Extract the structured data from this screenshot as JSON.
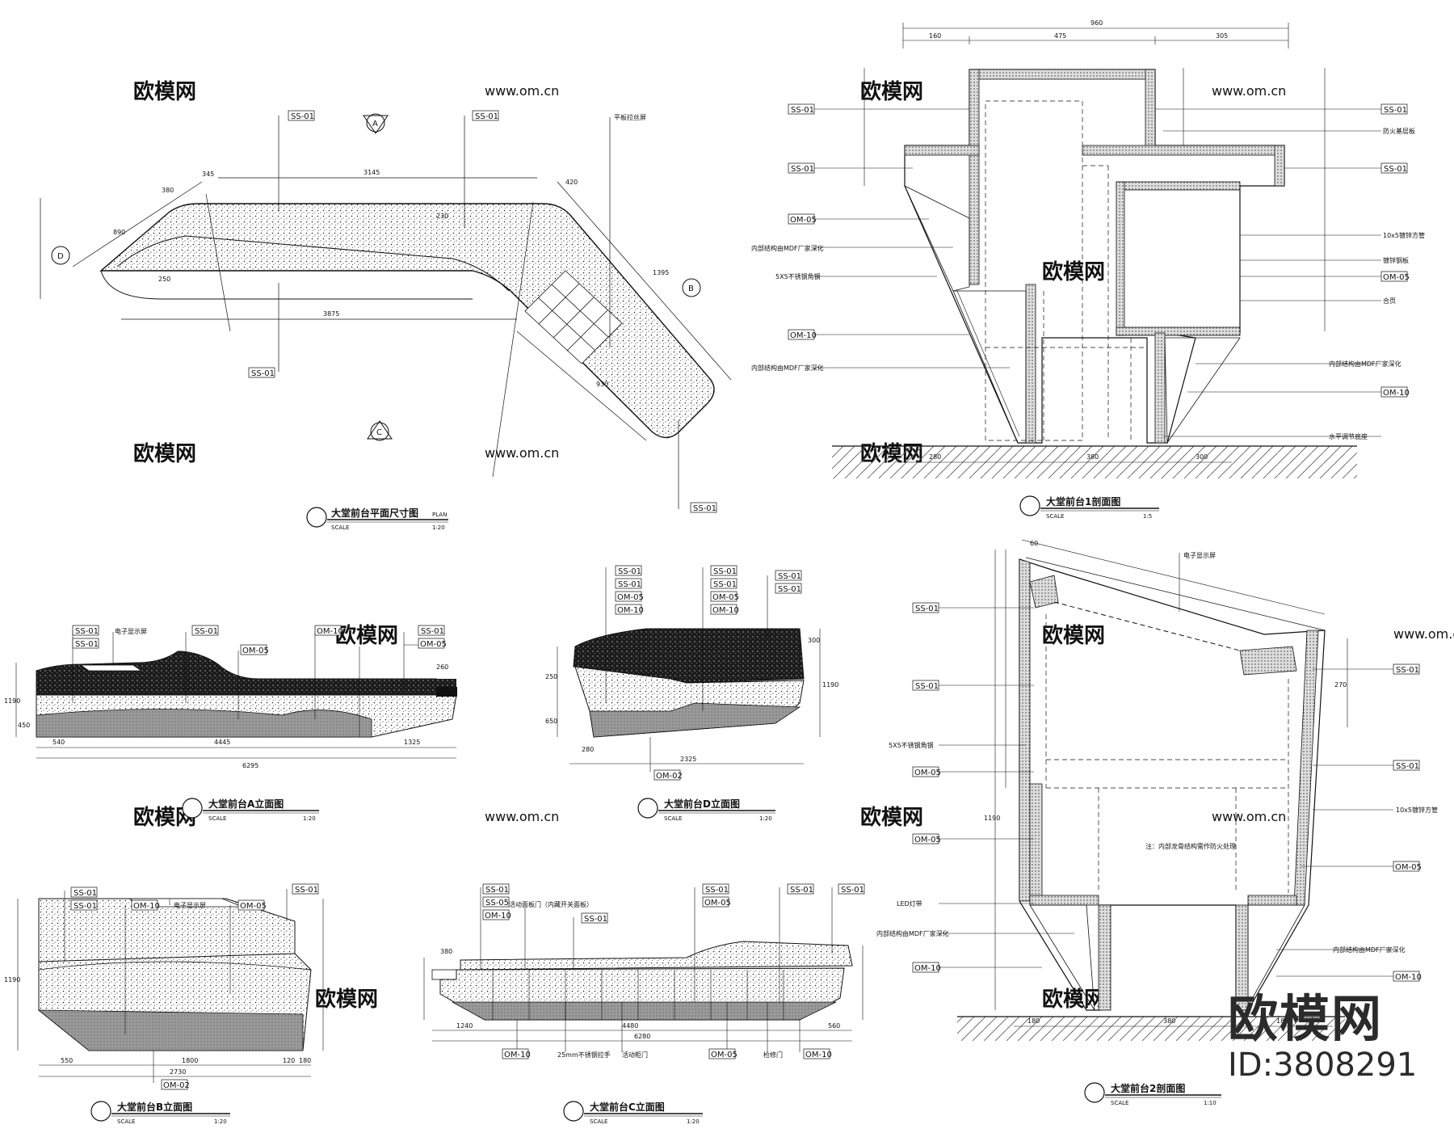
{
  "watermark": {
    "logo": "欧模网",
    "url": "www.om.cn"
  },
  "brand": {
    "logo": "欧模网",
    "id_text": "ID:3808291"
  },
  "views": {
    "plan": {
      "title": "大堂前台平面尺寸图",
      "scale_label": "SCALE",
      "scale": "1:20",
      "type": "PLAN",
      "tags": [
        "SS-01",
        "SS-01",
        "SS-01",
        "SS-01"
      ],
      "dims": [
        "3145",
        "3875",
        "1395",
        "930",
        "890",
        "345",
        "380",
        "420",
        "230",
        "250"
      ],
      "notes": [
        "平板拉丝屏"
      ],
      "section_marks": [
        "A",
        "B",
        "C",
        "D"
      ]
    },
    "section1": {
      "title": "大堂前台1剖面图",
      "scale_label": "SCALE",
      "scale": "1:5",
      "dims_top": [
        "960",
        "160",
        "475",
        "305"
      ],
      "dims_bottom": [
        "280",
        "380",
        "300"
      ],
      "tags_left": [
        "SS-01",
        "SS-01",
        "OM-05",
        "OM-10"
      ],
      "tags_right": [
        "SS-01",
        "SS-01",
        "OM-05",
        "OM-10"
      ],
      "notes_left": [
        "内部结构由MDF厂家深化",
        "5X5不锈钢角钢",
        "内部结构由MDF厂家深化"
      ],
      "notes_right": [
        "防火基层板",
        "10x5镀锌方管",
        "镀锌钢板",
        "合页",
        "内部结构由MDF厂家深化",
        "水平调节底座"
      ]
    },
    "elevA": {
      "title": "大堂前台A立面图",
      "scale_label": "SCALE",
      "scale": "1:20",
      "tags": [
        "SS-01",
        "SS-01",
        "SS-01",
        "OM-05",
        "OM-10",
        "SS-01",
        "OM-05"
      ],
      "notes": [
        "电子显示屏"
      ],
      "dims": [
        "540",
        "4445",
        "1325",
        "6295",
        "1190",
        "260",
        "450"
      ]
    },
    "elevD": {
      "title": "大堂前台D立面图",
      "scale_label": "SCALE",
      "scale": "1:20",
      "tags": [
        "SS-01",
        "SS-01",
        "OM-05",
        "OM-10",
        "SS-01",
        "SS-01",
        "OM-05",
        "OM-10",
        "SS-01",
        "SS-01",
        "OM-02"
      ],
      "dims": [
        "280",
        "2325",
        "1190",
        "300",
        "250",
        "650"
      ]
    },
    "elevB": {
      "title": "大堂前台B立面图",
      "scale_label": "SCALE",
      "scale": "1:20",
      "tags": [
        "SS-01",
        "SS-01",
        "OM-10",
        "OM-05",
        "SS-01",
        "OM-02"
      ],
      "notes": [
        "电子显示屏"
      ],
      "dims": [
        "550",
        "1800",
        "120",
        "180",
        "2730",
        "1190"
      ]
    },
    "elevC": {
      "title": "大堂前台C立面图",
      "scale_label": "SCALE",
      "scale": "1:20",
      "tags": [
        "SS-01",
        "SS-05",
        "OM-10",
        "SS-01",
        "SS-01",
        "OM-05",
        "SS-01",
        "SS-01",
        "OM-10",
        "OM-05",
        "OM-10"
      ],
      "notes": [
        "活动面板门（内藏开关面板）",
        "25mm不锈钢拉手",
        "活动柜门",
        "检修门"
      ],
      "dims": [
        "1240",
        "4480",
        "560",
        "6280",
        "380"
      ]
    },
    "section2": {
      "title": "大堂前台2剖面图",
      "scale_label": "SCALE",
      "scale": "1:10",
      "tags_left": [
        "SS-01",
        "SS-01",
        "OM-05",
        "OM-05",
        "OM-10"
      ],
      "tags_right": [
        "SS-01",
        "SS-01",
        "OM-05",
        "OM-10"
      ],
      "notes": [
        "电子显示屏",
        "注：内部龙骨结构需作防火处理",
        "5X5不锈钢角钢",
        "LED灯带",
        "内部结构由MDF厂家深化",
        "10x5镀锌方管",
        "内部结构由MDF厂家深化"
      ],
      "dims": [
        "1190",
        "180",
        "380",
        "180",
        "60",
        "270"
      ]
    }
  }
}
